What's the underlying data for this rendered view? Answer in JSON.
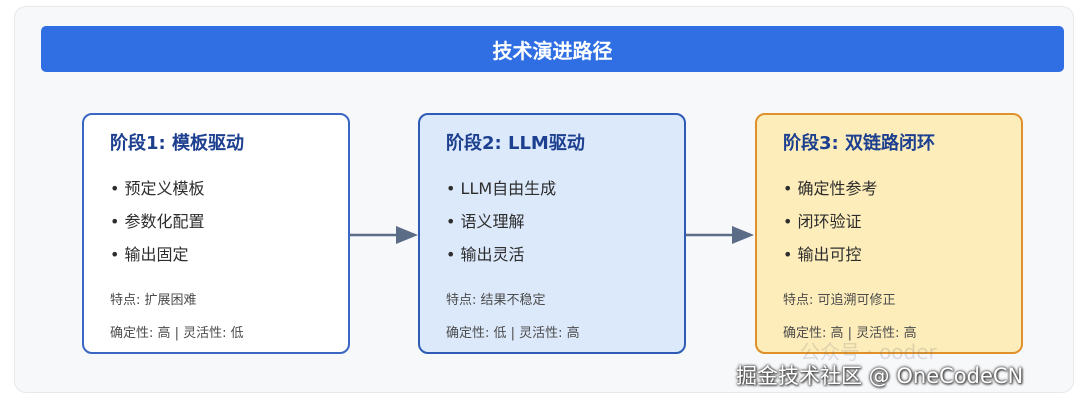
{
  "header": {
    "title": "技术演进路径"
  },
  "stages": [
    {
      "title": "阶段1: 模板驱动",
      "items": [
        "预定义模板",
        "参数化配置",
        "输出固定"
      ],
      "feature": "特点: 扩展困难",
      "ratings": "确定性: 高 | 灵活性: 低"
    },
    {
      "title": "阶段2: LLM驱动",
      "items": [
        "LLM自由生成",
        "语义理解",
        "输出灵活"
      ],
      "feature": "特点: 结果不稳定",
      "ratings": "确定性: 低 | 灵活性: 高"
    },
    {
      "title": "阶段3: 双链路闭环",
      "items": [
        "确定性参考",
        "闭环验证",
        "输出可控"
      ],
      "feature": "特点: 可追溯可修正",
      "ratings": "确定性: 高 | 灵活性: 高"
    }
  ],
  "watermarks": {
    "wechat": "公众号 · ooder",
    "juejin": "掘金技术社区 @ OneCodeCN"
  },
  "colors": {
    "banner": "#2f6fe3",
    "stage1_border": "#3a66c4",
    "stage2_fill": "#dce9fb",
    "stage3_fill": "#fdedbb",
    "stage3_border": "#e0902a",
    "arrow": "#5b6c86"
  }
}
